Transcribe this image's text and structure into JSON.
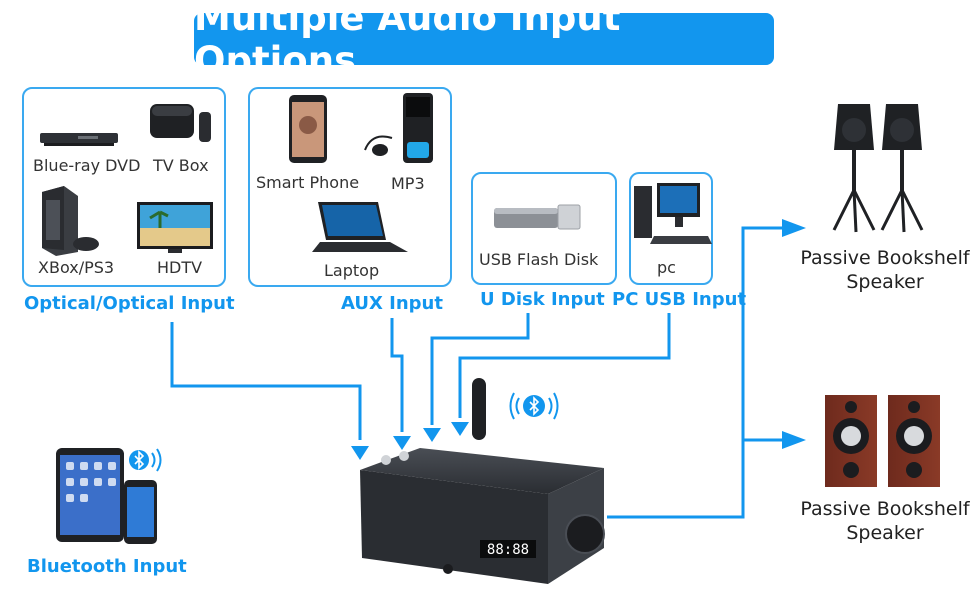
{
  "title": "Multiple Audio Input Options",
  "groups": {
    "optical": {
      "label": "Optical/Optical Input",
      "devices": [
        "Blue-ray DVD",
        "TV Box",
        "XBox/PS3",
        "HDTV"
      ]
    },
    "aux": {
      "label": "AUX Input",
      "devices": [
        "Smart Phone",
        "MP3",
        "Laptop"
      ]
    },
    "udisk": {
      "label": "U Disk Input",
      "devices": [
        "USB Flash Disk"
      ]
    },
    "pcusb": {
      "label": "PC USB Input",
      "devices": [
        "pc"
      ]
    },
    "bluetooth": {
      "label": "Bluetooth Input"
    }
  },
  "outputs": [
    {
      "label_line1": "Passive Bookshelf",
      "label_line2": "Speaker"
    },
    {
      "label_line1": "Passive Bookshelf",
      "label_line2": "Speaker"
    }
  ],
  "amplifier": {
    "display": "88:88"
  },
  "colors": {
    "accent": "#1296ee",
    "border": "#3aa9f0",
    "device": "#2e3136"
  },
  "icons": [
    "bluetooth-icon",
    "bluetooth-waves-icon",
    "arrow-right-icon",
    "arrow-down-icon"
  ]
}
